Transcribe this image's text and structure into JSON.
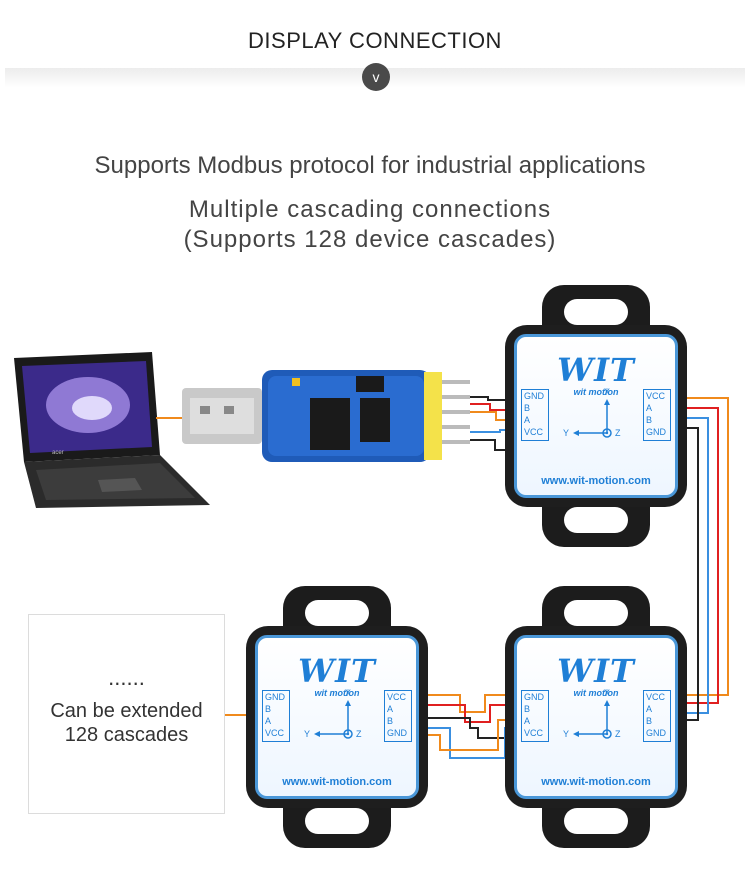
{
  "header": {
    "title": "DISPLAY  CONNECTION",
    "chevron": "v"
  },
  "descriptions": {
    "line1": "Supports Modbus protocol for industrial applications",
    "line2": "Multiple cascading connections",
    "line3": "(Supports 128 device cascades)"
  },
  "note": {
    "dots": "......",
    "line1": "Can be extended",
    "line2": "128 cascades"
  },
  "sensor": {
    "logo": "WIT",
    "logo_sub": "wit motion",
    "url": "www.wit-motion.com",
    "left_pins": [
      "GND",
      "B",
      "A",
      "VCC"
    ],
    "right_pins": [
      "VCC",
      "A",
      "B",
      "GND"
    ],
    "axis_x": "X",
    "axis_y": "Y",
    "axis_z": "Z"
  },
  "laptop": {
    "brand": "acer"
  },
  "wire_colors": {
    "red": "#e02020",
    "orange": "#f08a1c",
    "blue": "#3a8fe0",
    "black": "#222222"
  }
}
